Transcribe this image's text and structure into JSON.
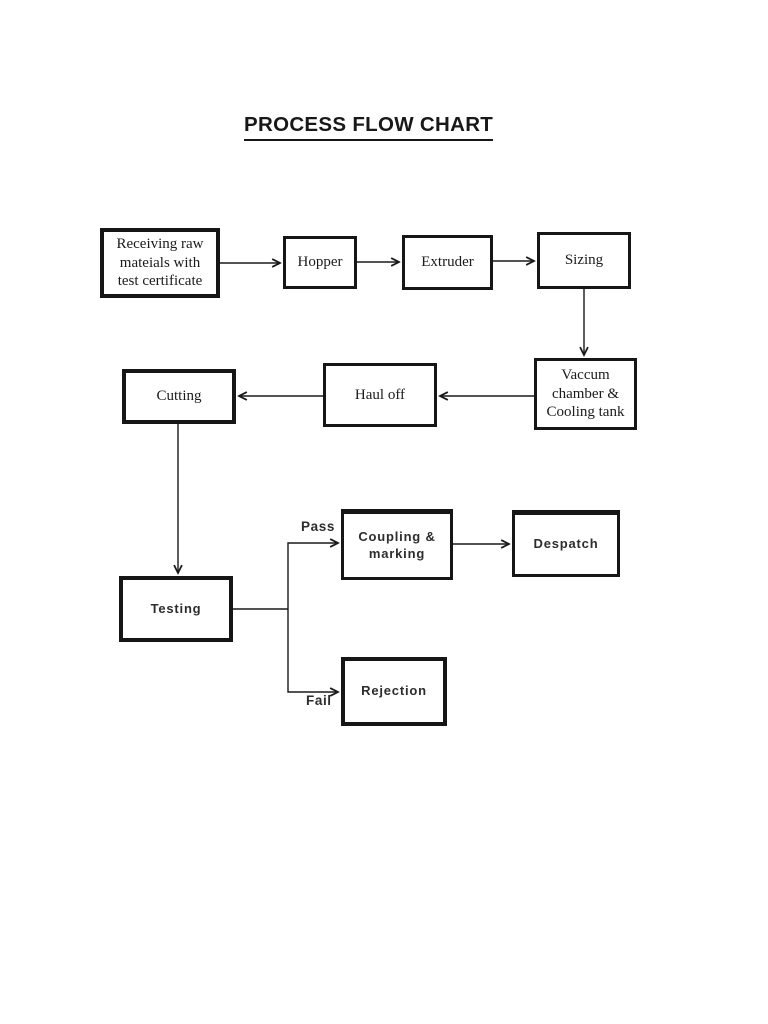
{
  "page": {
    "title": "PROCESS FLOW CHART",
    "background_color": "#ffffff",
    "line_color": "#1a1a1a",
    "box_border_color": "#161616"
  },
  "flowchart": {
    "nodes": {
      "receiving": {
        "label": "Receiving raw\nmateials with\ntest certificate"
      },
      "hopper": {
        "label": "Hopper"
      },
      "extruder": {
        "label": "Extruder"
      },
      "sizing": {
        "label": "Sizing"
      },
      "vaccum_chamber": {
        "label": "Vaccum\nchamber &\nCooling tank"
      },
      "haul_off": {
        "label": "Haul off"
      },
      "cutting": {
        "label": "Cutting"
      },
      "testing": {
        "label": "Testing"
      },
      "coupling_marking": {
        "label": "Coupling &\nmarking"
      },
      "despatch": {
        "label": "Despatch"
      },
      "rejection": {
        "label": "Rejection"
      }
    },
    "edges": [
      {
        "from": "receiving",
        "to": "hopper",
        "label": ""
      },
      {
        "from": "hopper",
        "to": "extruder",
        "label": ""
      },
      {
        "from": "extruder",
        "to": "sizing",
        "label": ""
      },
      {
        "from": "sizing",
        "to": "vaccum_chamber",
        "label": ""
      },
      {
        "from": "vaccum_chamber",
        "to": "haul_off",
        "label": ""
      },
      {
        "from": "haul_off",
        "to": "cutting",
        "label": ""
      },
      {
        "from": "cutting",
        "to": "testing",
        "label": ""
      },
      {
        "from": "testing",
        "to": "coupling_marking",
        "label": "Pass"
      },
      {
        "from": "testing",
        "to": "rejection",
        "label": "Fail"
      },
      {
        "from": "coupling_marking",
        "to": "despatch",
        "label": ""
      }
    ]
  }
}
